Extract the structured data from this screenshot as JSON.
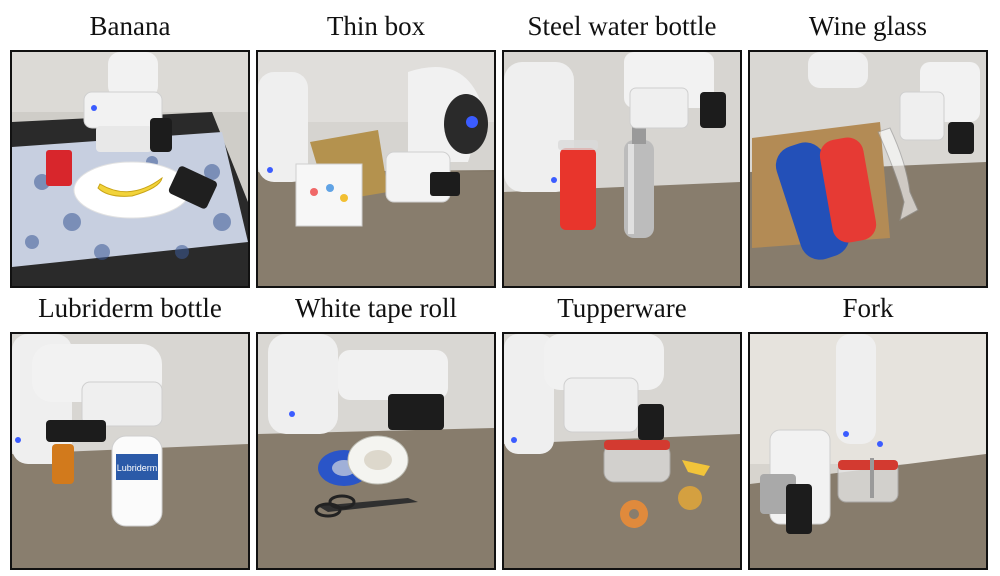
{
  "panels": [
    {
      "id": "banana",
      "caption": "Banana"
    },
    {
      "id": "thin-box",
      "caption": "Thin box"
    },
    {
      "id": "steel-water-bottle",
      "caption": "Steel water bottle"
    },
    {
      "id": "wine-glass",
      "caption": "Wine glass"
    },
    {
      "id": "lubriderm-bottle",
      "caption": "Lubriderm bottle",
      "bottle_text": "Lubriderm"
    },
    {
      "id": "white-tape-roll",
      "caption": "White tape roll"
    },
    {
      "id": "tupperware",
      "caption": "Tupperware"
    },
    {
      "id": "fork",
      "caption": "Fork"
    }
  ],
  "colors": {
    "table_cloth": "#8c8070",
    "wall": "#d8d6d2",
    "robot": "#f2f2f2",
    "gripper_dark": "#1c1c1c",
    "led_blue": "#3b5cff"
  }
}
